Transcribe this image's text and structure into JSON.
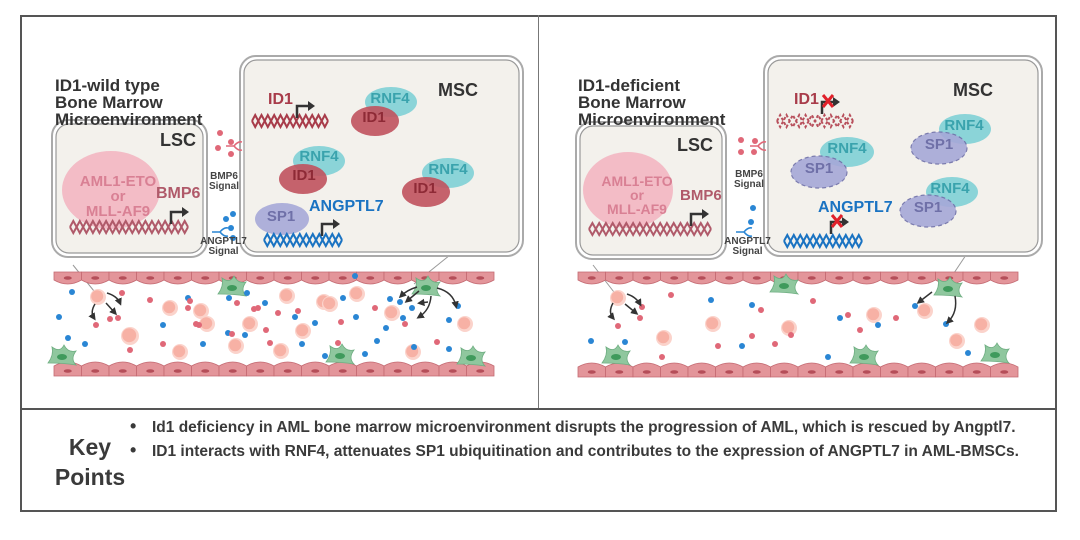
{
  "panels": [
    {
      "id": "wild-type",
      "title_lines": [
        "ID1-wild type",
        "Bone Marrow",
        "Microenvironment"
      ],
      "lsc": {
        "label": "LSC",
        "oncogene_line1": "AML1-ETO",
        "oncogene_line2": "or",
        "oncogene_line3": "MLL-AF9",
        "gene": "BMP6"
      },
      "signals": {
        "bmp6": [
          "BMP6",
          "Signal"
        ],
        "angptl7": [
          "ANGPTL7",
          "Signal"
        ]
      },
      "msc": {
        "label": "MSC",
        "id1_gene": "ID1",
        "id1_expressed": true,
        "complexes": [
          {
            "top": "RNF4",
            "bottom": "ID1"
          },
          {
            "top": "RNF4",
            "bottom": "ID1"
          },
          {
            "top": "RNF4",
            "bottom": "ID1"
          }
        ],
        "sp1": "SP1",
        "angptl7_gene": "ANGPTL7",
        "angptl7_expressed": true
      }
    },
    {
      "id": "deficient",
      "title_lines": [
        "ID1-deficient",
        "Bone Marrow",
        "Microenvironment"
      ],
      "lsc": {
        "label": "LSC",
        "oncogene_line1": "AML1-ETO",
        "oncogene_line2": "or",
        "oncogene_line3": "MLL-AF9",
        "gene": "BMP6"
      },
      "signals": {
        "bmp6": [
          "BMP6",
          "Signal"
        ],
        "angptl7": [
          "ANGPTL7",
          "Signal"
        ]
      },
      "msc": {
        "label": "MSC",
        "id1_gene": "ID1",
        "id1_expressed": false,
        "complexes": [
          {
            "top": "RNF4",
            "bottom": "SP1"
          },
          {
            "top": "RNF4",
            "bottom": "SP1"
          },
          {
            "top": "RNF4",
            "bottom": "SP1"
          }
        ],
        "angptl7_gene": "ANGPTL7",
        "angptl7_expressed": false
      }
    }
  ],
  "key_points": {
    "title_line1": "Key",
    "title_line2": "Points",
    "items": [
      "Id1 deficiency in AML bone marrow microenvironment disrupts the progression of AML, which is rescued by Angptl7.",
      "ID1 interacts with RNF4, attenuates SP1 ubiquitination and contributes to the expression of ANGPTL7 in AML-BMSCs."
    ]
  },
  "colors": {
    "id1": "#c0525e",
    "rnf4": "#7fd0d6",
    "sp1": "#a6a8d8",
    "angptl7": "#1a73c2",
    "bmp6": "#b05a6a",
    "oncogene_fill": "#f2b3c0",
    "oncogene_text": "#d98094",
    "cell_fill": "#f3f1ec",
    "vessel": "#e3959a",
    "blood_cell": "#f7b1a5",
    "stromal": "#8fc79e"
  }
}
